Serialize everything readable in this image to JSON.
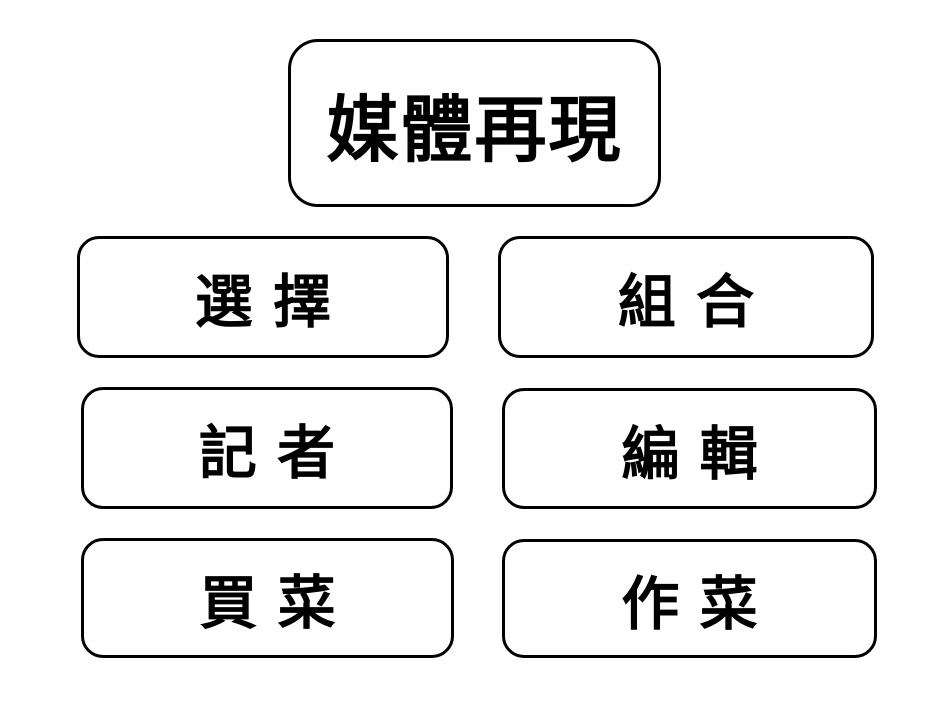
{
  "title": "媒體再現",
  "items": [
    {
      "label": "選 擇"
    },
    {
      "label": "組 合"
    },
    {
      "label": "記 者"
    },
    {
      "label": "編 輯"
    },
    {
      "label": "買 菜"
    },
    {
      "label": "作 菜"
    }
  ]
}
